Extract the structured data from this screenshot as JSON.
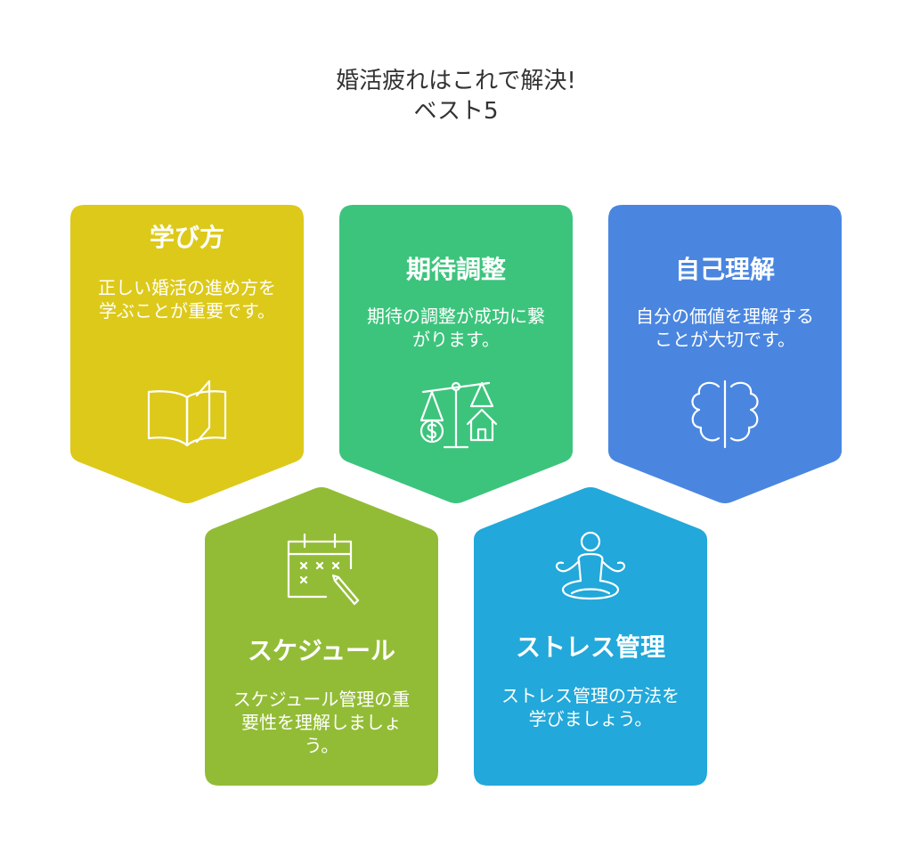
{
  "title": {
    "line1": "婚活疲れはこれで解決!",
    "line2": "ベスト5"
  },
  "cards": [
    {
      "title": "学び方",
      "description": "正しい婚活の進め方を学ぶことが重要です。",
      "icon": "open-book-icon",
      "color": "#DDC91A"
    },
    {
      "title": "期待調整",
      "description": "期待の調整が成功に繋がります。",
      "icon": "balance-scale-icon",
      "color": "#3CC47C"
    },
    {
      "title": "自己理解",
      "description": "自分の価値を理解することが大切です。",
      "icon": "brain-icon",
      "color": "#4A86E0"
    },
    {
      "title": "スケジュール",
      "description": "スケジュール管理の重要性を理解しましょう。",
      "icon": "calendar-pen-icon",
      "color": "#93BC36"
    },
    {
      "title": "ストレス管理",
      "description": "ストレス管理の方法を学びましょう。",
      "icon": "meditation-icon",
      "color": "#22A8DA"
    }
  ]
}
